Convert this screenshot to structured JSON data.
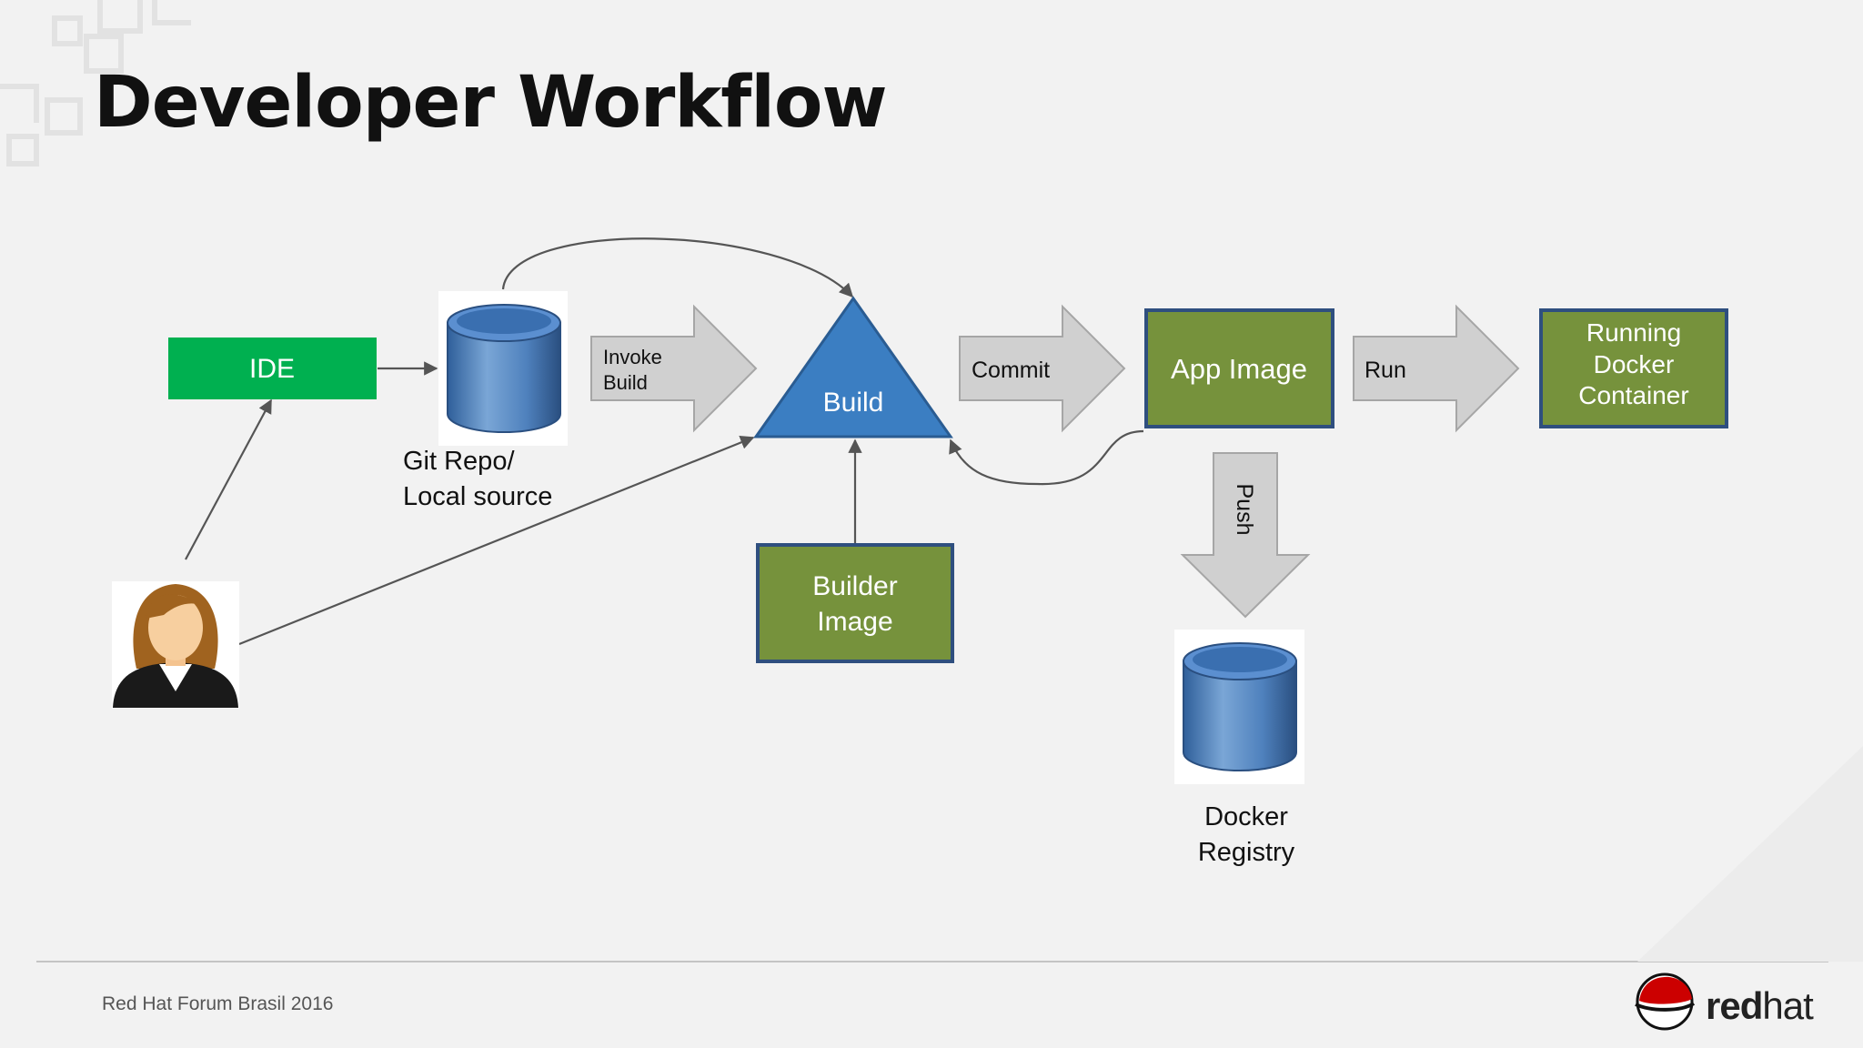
{
  "slide": {
    "title": "Developer Workflow",
    "footer": "Red Hat Forum Brasil 2016",
    "logo": {
      "bold": "red",
      "light": "hat"
    }
  },
  "diagram": {
    "nodes": {
      "ide": "IDE",
      "git_repo": [
        "Git Repo/",
        "Local source"
      ],
      "build": "Build",
      "builder_image": [
        "Builder",
        "Image"
      ],
      "app_image": "App Image",
      "running_container": [
        "Running",
        "Docker",
        "Container"
      ],
      "docker_registry": [
        "Docker",
        "Registry"
      ]
    },
    "arrows": {
      "invoke_build": [
        "Invoke",
        "Build"
      ],
      "commit": "Commit",
      "run": "Run",
      "push": "Push"
    }
  },
  "colors": {
    "ide": "#00b050",
    "green_box": "#76923c",
    "green_border": "#2f4f7f",
    "build": "#3b7ec2",
    "build_border": "#2a5c92",
    "arrow_fill": "#d0d0d0",
    "arrow_stroke": "#a6a6a6",
    "cylinder": "#4f81bd",
    "redhat": "#cc0000"
  },
  "icons": [
    "database-cylinder-icon",
    "developer-avatar-icon",
    "redhat-shadowman-icon"
  ]
}
